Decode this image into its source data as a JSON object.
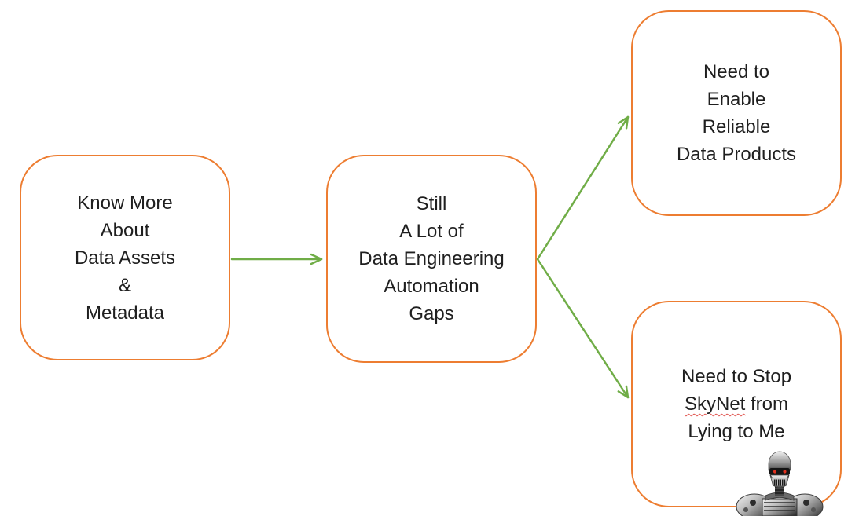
{
  "diagram": {
    "type": "flowchart",
    "colors": {
      "background": "#ffffff",
      "box_border": "#ED7D31",
      "arrow": "#70AD47",
      "text": "#1f1f1f",
      "spellcheck_underline": "#e0524d"
    },
    "boxes": {
      "know_more": {
        "lines": [
          "Know More",
          "About",
          "Data Assets",
          "&",
          "Metadata"
        ]
      },
      "gaps": {
        "lines": [
          "Still",
          "A Lot of",
          "Data Engineering",
          "Automation",
          "Gaps"
        ]
      },
      "data_products": {
        "lines": [
          "Need to",
          "Enable",
          "Reliable",
          "Data Products"
        ]
      },
      "skynet": {
        "line1": "Need to Stop",
        "line2_misspelled_word": "SkyNet",
        "line2_rest": " from",
        "line3": "Lying to Me"
      }
    },
    "connections": [
      {
        "from": "know_more",
        "to": "gaps"
      },
      {
        "from": "gaps",
        "to": "data_products"
      },
      {
        "from": "gaps",
        "to": "skynet"
      }
    ],
    "icons": [
      {
        "name": "terminator-robot",
        "meaning": "T-800 endoskeleton bust in SkyNet box"
      }
    ]
  }
}
